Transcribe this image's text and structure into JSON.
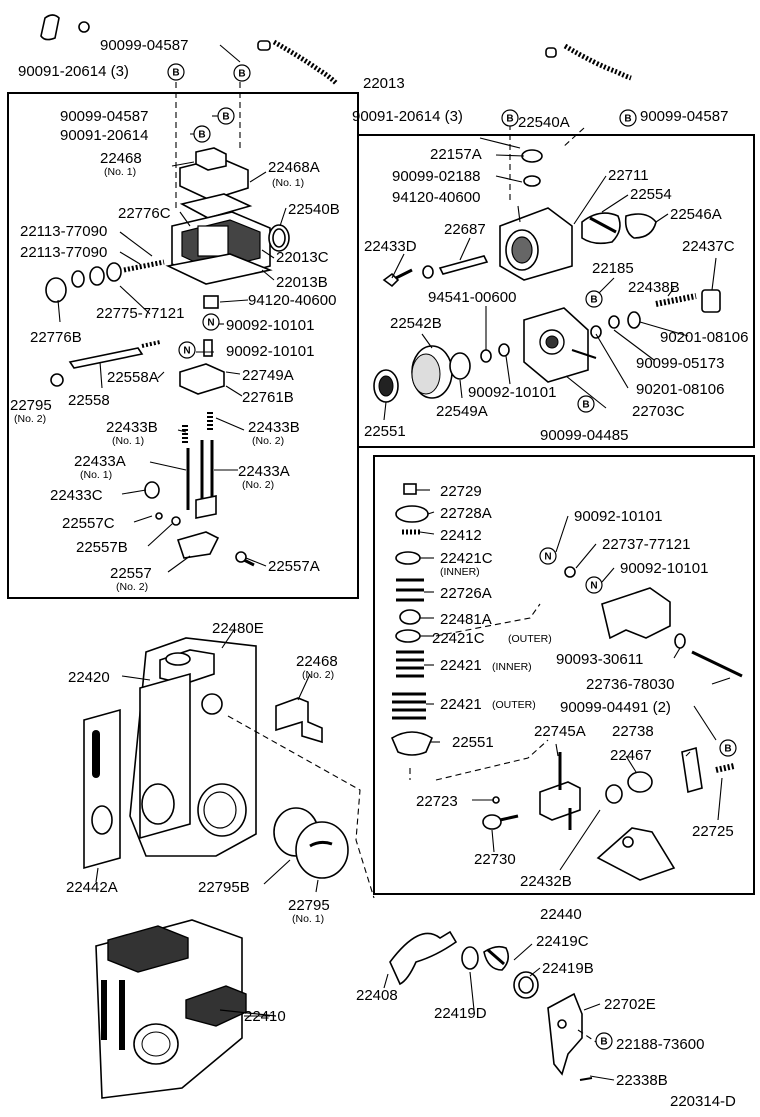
{
  "labels": {
    "l001": "90099-04587",
    "l002": "90091-20614 (3)",
    "l003": "22013",
    "l004": "90099-04587",
    "l005": "90091-20614",
    "l006": "22468",
    "l006s": "(No. 1)",
    "l007": "22468A",
    "l007s": "(No. 1)",
    "l008": "22776C",
    "l009": "22540B",
    "l010": "22113-77090",
    "l011": "22113-77090",
    "l012": "22013C",
    "l013": "22013B",
    "l014": "94120-40600",
    "l015": "22775-77121",
    "l016": "22776B",
    "l017": "90092-10101",
    "l018": "90092-10101",
    "l019": "22558A",
    "l020": "22749A",
    "l021": "22795",
    "l021s": "(No. 2)",
    "l022": "22558",
    "l023": "22761B",
    "l024": "22433B",
    "l024s": "(No. 1)",
    "l025": "22433B",
    "l025s": "(No. 2)",
    "l026": "22433A",
    "l026s": "(No. 1)",
    "l027": "22433A",
    "l027s": "(No. 2)",
    "l028": "22433C",
    "l029": "22557C",
    "l030": "22557B",
    "l031": "22557",
    "l031s": "(No. 2)",
    "l032": "22557A",
    "r001": "90091-20614 (3)",
    "r002": "22540A",
    "r003": "90099-04587",
    "r004": "22157A",
    "r005": "90099-02188",
    "r006": "22711",
    "r007": "94120-40600",
    "r008": "22554",
    "r009": "22546A",
    "r010": "22433D",
    "r011": "22687",
    "r012": "22437C",
    "r013": "22185",
    "r014": "94541-00600",
    "r015": "22438B",
    "r016": "22542B",
    "r017": "90201-08106",
    "r018": "90099-05173",
    "r019": "90092-10101",
    "r020": "90201-08106",
    "r021": "22549A",
    "r022": "22703C",
    "r023": "22551",
    "r024": "90099-04485",
    "g001": "22729",
    "g002": "22728A",
    "g003": "22412",
    "g004": "22421C",
    "g004s": "(INNER)",
    "g005": "22726A",
    "g006": "22481A",
    "g007": "22421C",
    "g007s": "(OUTER)",
    "g008": "22421",
    "g008s": "(INNER)",
    "g009": "22421",
    "g009s": "(OUTER)",
    "g010": "22551",
    "g011": "90092-10101",
    "g012": "22737-77121",
    "g013": "90092-10101",
    "g014": "90093-30611",
    "g015": "22736-78030",
    "g016": "90099-04491 (2)",
    "g017": "22745A",
    "g018": "22467",
    "g019": "22738",
    "g020": "22723",
    "g021": "22730",
    "g022": "22725",
    "g023": "22432B",
    "g024": "22440",
    "b001": "22480E",
    "b002": "22420",
    "b003": "22468",
    "b003s": "(No. 2)",
    "b004": "22442A",
    "b005": "22795B",
    "b006": "22795",
    "b006s": "(No. 1)",
    "b007": "22419C",
    "b008": "22408",
    "b009": "22419B",
    "b010": "22419D",
    "b011": "22410",
    "b012": "22702E",
    "b013": "22188-73600",
    "b014": "22338B",
    "b015": "220314-D"
  },
  "markers": {
    "B": "B",
    "N": "N"
  }
}
